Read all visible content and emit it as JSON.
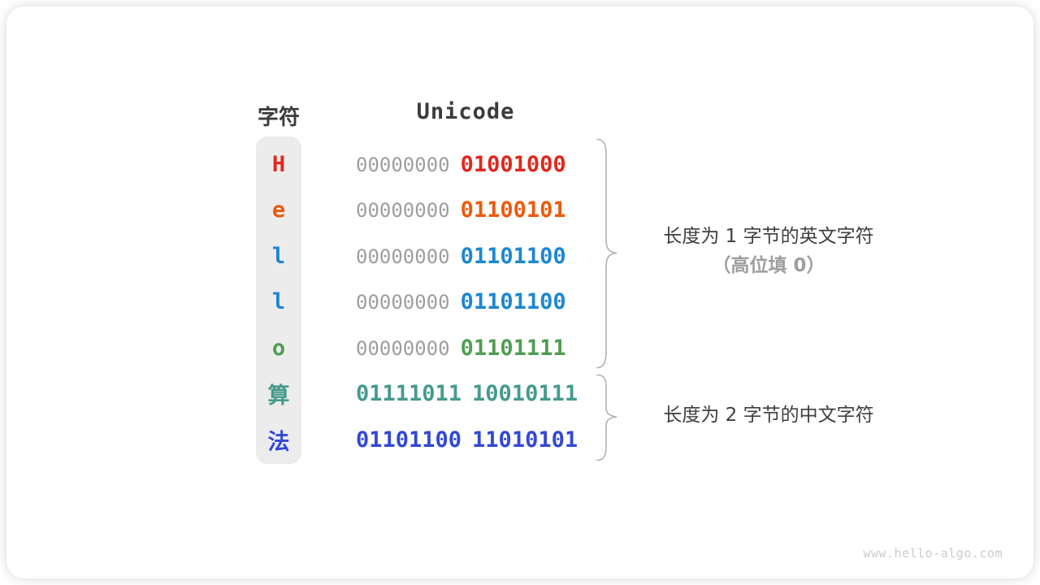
{
  "page": {
    "watermark": "www.hello-algo.com"
  },
  "colors": {
    "binary_gray": "#9e9e9e",
    "text_dark": "#3c3c3c",
    "annotation_gray": "#9e9e9e",
    "strip_bg": "#ececec",
    "brace_stroke": "#b2b2b2",
    "red": "#e0281e",
    "orange": "#ec5b0c",
    "blue": "#1d87d2",
    "green": "#4f9e52",
    "teal": "#459b8d",
    "indigo": "#3348d5"
  },
  "table": {
    "headers": {
      "char": "字符",
      "unicode": "Unicode"
    },
    "rows": [
      {
        "char": "H",
        "color": "#e0281e",
        "byte1": "00000000",
        "byte1_color": "#9e9e9e",
        "byte1_bold": false,
        "byte2": "01001000",
        "byte2_color": "#e0281e"
      },
      {
        "char": "e",
        "color": "#ec5b0c",
        "byte1": "00000000",
        "byte1_color": "#9e9e9e",
        "byte1_bold": false,
        "byte2": "01100101",
        "byte2_color": "#ec5b0c"
      },
      {
        "char": "l",
        "color": "#1d87d2",
        "byte1": "00000000",
        "byte1_color": "#9e9e9e",
        "byte1_bold": false,
        "byte2": "01101100",
        "byte2_color": "#1d87d2"
      },
      {
        "char": "l",
        "color": "#1d87d2",
        "byte1": "00000000",
        "byte1_color": "#9e9e9e",
        "byte1_bold": false,
        "byte2": "01101100",
        "byte2_color": "#1d87d2"
      },
      {
        "char": "o",
        "color": "#4f9e52",
        "byte1": "00000000",
        "byte1_color": "#9e9e9e",
        "byte1_bold": false,
        "byte2": "01101111",
        "byte2_color": "#4f9e52"
      },
      {
        "char": "算",
        "color": "#459b8d",
        "byte1": "01111011",
        "byte1_color": "#459b8d",
        "byte1_bold": true,
        "byte2": "10010111",
        "byte2_color": "#459b8d"
      },
      {
        "char": "法",
        "color": "#3348d5",
        "byte1": "01101100",
        "byte1_color": "#3348d5",
        "byte1_bold": true,
        "byte2": "11010101",
        "byte2_color": "#3348d5"
      }
    ]
  },
  "annotations": [
    {
      "line1": "长度为 1 字节的英文字符",
      "line2": "（高位填 0）"
    },
    {
      "line1": "长度为 2 字节的中文字符",
      "line2": ""
    }
  ]
}
